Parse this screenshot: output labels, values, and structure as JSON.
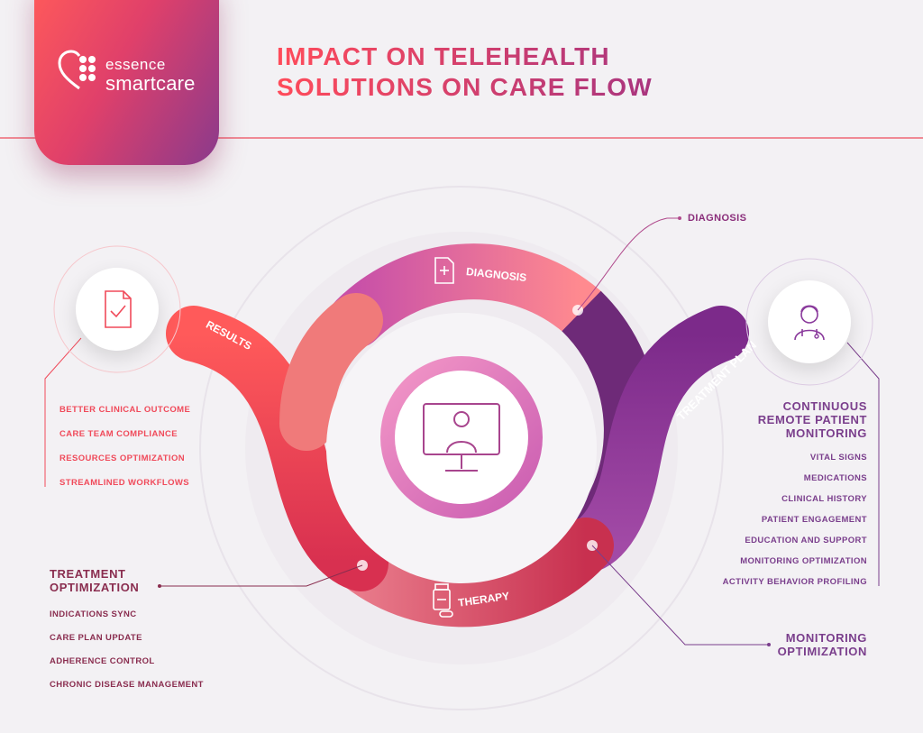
{
  "logo": {
    "line1": "essence",
    "line2": "smartcare"
  },
  "title": {
    "line1": "IMPACT ON TELEHEALTH",
    "line2": "SOLUTIONS ON CARE FLOW"
  },
  "arcs": {
    "diagnosis": "DIAGNOSIS",
    "treatment_plan": "TREATMENT PLAN",
    "therapy": "THERAPY",
    "results": "RESULTS"
  },
  "callouts": {
    "diagnosis": "DIAGNOSIS"
  },
  "results_list": [
    "BETTER CLINICAL OUTCOME",
    "CARE TEAM COMPLIANCE",
    "RESOURCES OPTIMIZATION",
    "STREAMLINED WORKFLOWS"
  ],
  "monitoring": {
    "heading_lines": [
      "CONTINUOUS",
      "REMOTE PATIENT",
      "MONITORING"
    ],
    "items": [
      "VITAL SIGNS",
      "MEDICATIONS",
      "CLINICAL HISTORY",
      "PATIENT ENGAGEMENT",
      "EDUCATION AND SUPPORT",
      "MONITORING OPTIMIZATION",
      "ACTIVITY BEHAVIOR PROFILING"
    ]
  },
  "treatment_opt": {
    "heading_lines": [
      "TREATMENT",
      "OPTIMIZATION"
    ],
    "items": [
      "INDICATIONS SYNC",
      "CARE PLAN UPDATE",
      "ADHERENCE CONTROL",
      "CHRONIC DISEASE MANAGEMENT"
    ]
  },
  "monitoring_opt": {
    "heading_lines": [
      "MONITORING",
      "OPTIMIZATION"
    ]
  },
  "colors": {
    "red": "#f04a5a",
    "purple": "#7a3e8c",
    "pink": "#d8559a",
    "maroon": "#8a2d4f"
  },
  "icons": [
    "heart-logo-icon",
    "document-check-icon",
    "document-plus-icon",
    "doctor-icon",
    "monitor-doctor-icon",
    "medicine-bottle-icon"
  ]
}
